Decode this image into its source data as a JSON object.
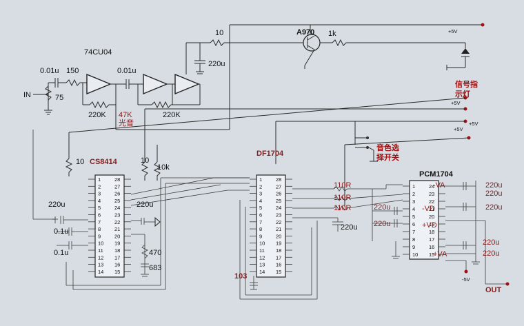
{
  "labels": {
    "chip_74cu04": "74CU04",
    "in": "IN",
    "c_in": "0.01u",
    "r_150": "150",
    "r_75": "75",
    "c_mid": "0.01u",
    "r_220k_a": "220K",
    "r_47k": "47K",
    "guangyin": "光音",
    "r_220k_b": "220K",
    "r_10_top": "10",
    "transistor": "A970",
    "r_1k": "1k",
    "c_220u_top": "220u",
    "vcc1": "+5V",
    "led_label_1": "信号指",
    "led_label_2": "示灯",
    "vcc2": "+5V",
    "vcc3": "+5V",
    "vcc4": "+5V",
    "cs8414": "CS8414",
    "df1704": "DF1704",
    "pcm1704": "PCM1704",
    "r_10_left": "10",
    "r_10_mid": "10",
    "r_10k": "10k",
    "tone_1": "音色选",
    "tone_2": "择开关",
    "r110_1": "110R",
    "r110_2": "110R",
    "r110_3": "110R",
    "c_220u_l": "220u",
    "c_01u_a": "0.1u",
    "c_01u_b": "0.1u",
    "c_220u_cs": "220u",
    "r_470": "470",
    "c_683": "683",
    "c_103": "103",
    "c_220u_df": "220u",
    "c_220u_p1": "220u",
    "c_220u_p2": "220u",
    "c_220u_r1": "220u",
    "c_220u_r2": "220u",
    "c_220u_r3": "220u",
    "c_220u_r4": "220u",
    "c_220u_r5": "220u",
    "vneg": "-5V",
    "out": "OUT",
    "pcm_pin_va_neg": "-VA",
    "pcm_pin_vd_neg": "-VD",
    "pcm_pin_vd_pos": "+VD",
    "pcm_pin_va_pos": "+VA"
  },
  "pins_left": [
    "1",
    "2",
    "3",
    "4",
    "5",
    "6",
    "7",
    "8",
    "9",
    "10",
    "11",
    "12",
    "13",
    "14"
  ],
  "pins_right": [
    "28",
    "27",
    "26",
    "25",
    "24",
    "23",
    "22",
    "21",
    "20",
    "19",
    "18",
    "17",
    "16",
    "15"
  ],
  "pcm_left": [
    "1",
    "2",
    "3",
    "4",
    "5",
    "6",
    "7",
    "8",
    "9",
    "10"
  ],
  "pcm_right": [
    "24",
    "23",
    "22",
    "21",
    "20",
    "19",
    "18",
    "17",
    "16",
    "15"
  ]
}
